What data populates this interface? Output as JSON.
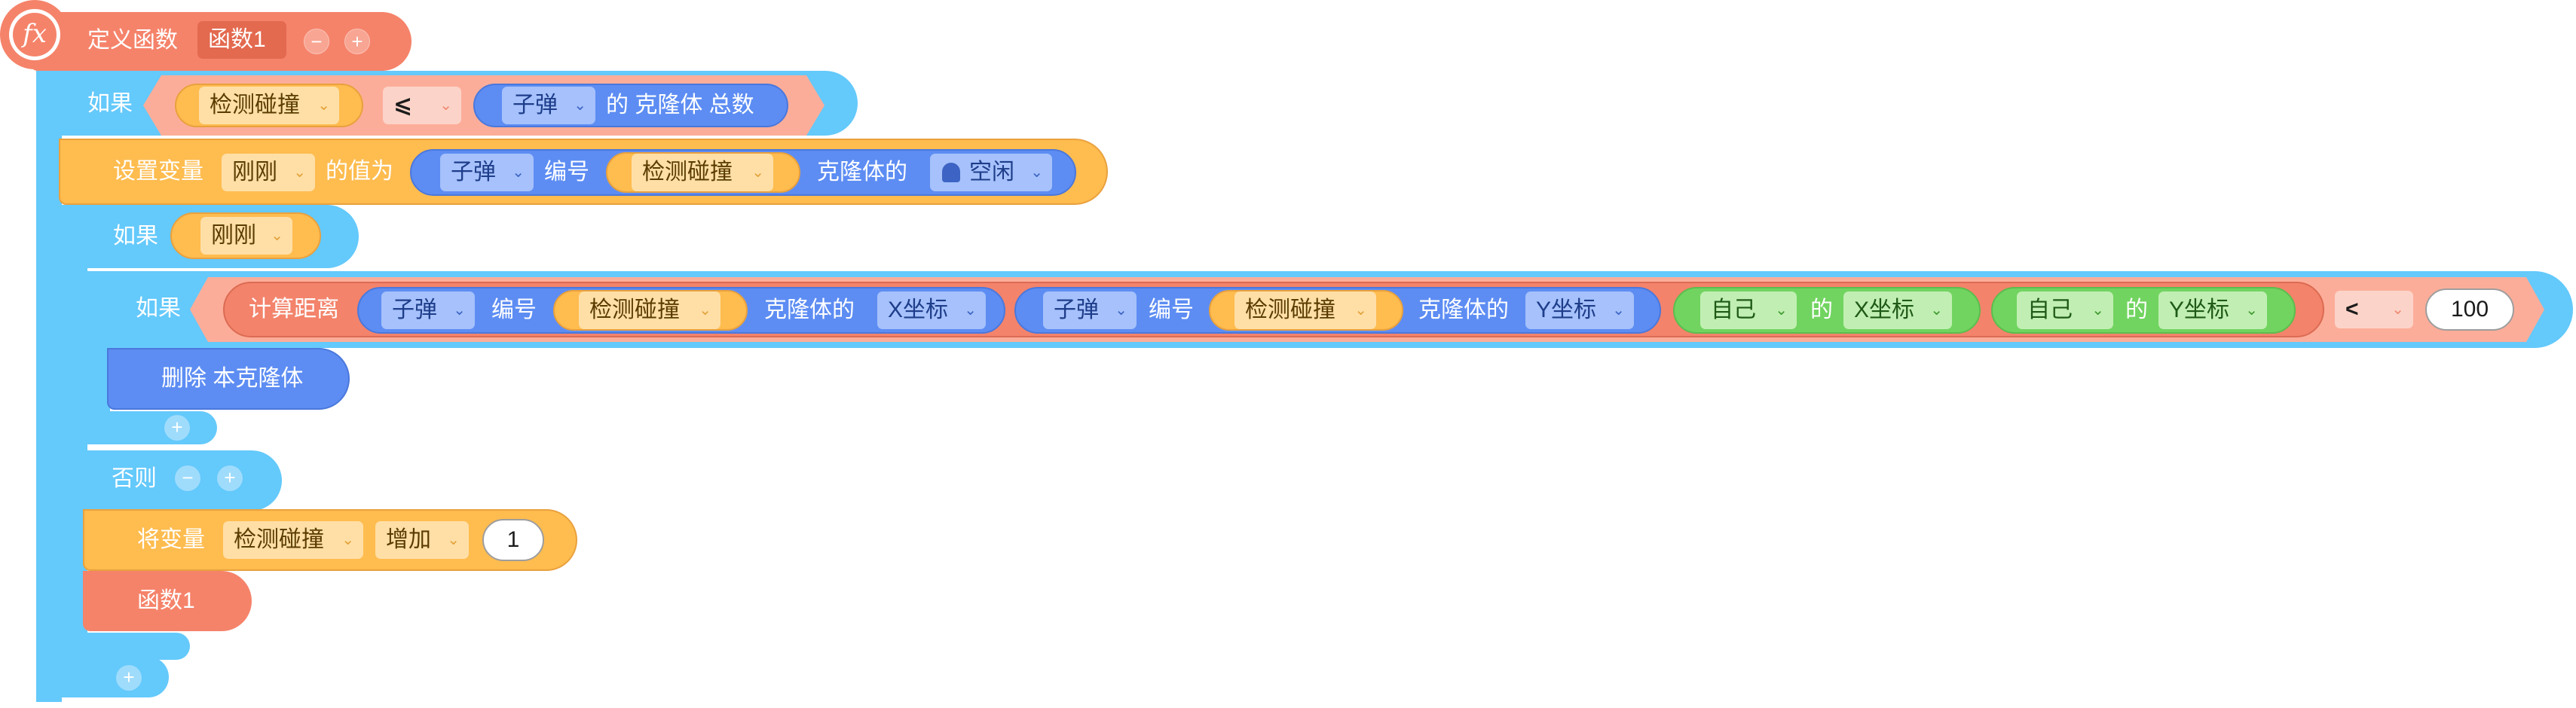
{
  "define_function": {
    "label": "定义函数",
    "function_name": "函数1",
    "icon": "fx-icon",
    "remove_param": "−",
    "add_param": "+"
  },
  "if_outer": {
    "label": "如果",
    "sensor": "检测碰撞",
    "operator": "⩽",
    "sprite": "子弹",
    "suffix": "的 克隆体 总数"
  },
  "set_var": {
    "label": "设置变量",
    "var": "刚刚",
    "value_label": "的值为",
    "sprite": "子弹",
    "index_label": "编号",
    "sensor": "检测碰撞",
    "clone_label": "克隆体的",
    "state_icon": "ghost-icon",
    "state": "空闲"
  },
  "if_var": {
    "label": "如果",
    "var": "刚刚"
  },
  "if_distance": {
    "label": "如果",
    "calc": "计算距离",
    "sprite1": "子弹",
    "index1": "编号",
    "sensor1": "检测碰撞",
    "clone1": "克隆体的",
    "coord1": "X坐标",
    "sprite2": "子弹",
    "index2": "编号",
    "sensor2": "检测碰撞",
    "clone2": "克隆体的",
    "coord2": "Y坐标",
    "self1": "自己",
    "of1": "的",
    "self_coord1": "X坐标",
    "self2": "自己",
    "of2": "的",
    "self_coord2": "Y坐标",
    "operator": "<",
    "threshold": "100"
  },
  "delete_clone": {
    "label": "删除 本克隆体"
  },
  "add_inner": "+",
  "else": {
    "label": "否则",
    "remove": "−",
    "add": "+"
  },
  "change_var": {
    "label": "将变量",
    "var": "检测碰撞",
    "op": "增加",
    "amount": "1"
  },
  "call_function": {
    "label": "函数1"
  },
  "add_bottom": "+",
  "colors": {
    "function": "#f5836a",
    "control": "#64c9fb",
    "variable": "#ffbc4f",
    "clone": "#5d8df3",
    "operator": "#f3836b",
    "sensing": "#71d460"
  }
}
